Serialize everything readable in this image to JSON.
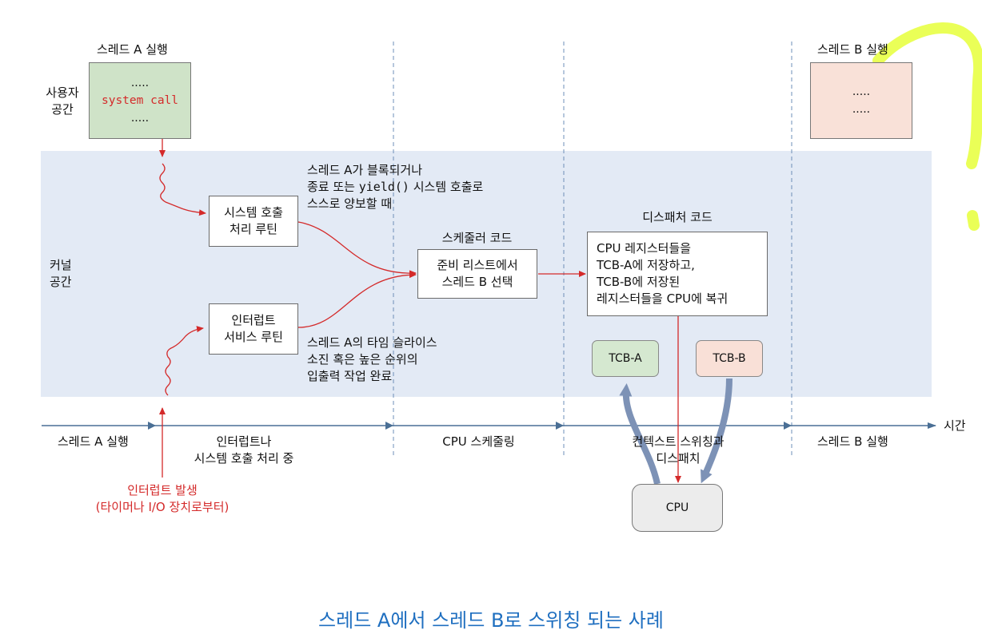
{
  "header": {
    "thread_a_run": "스레드 A 실행",
    "thread_b_run": "스레드 B 실행"
  },
  "regions": {
    "user_space": [
      "사용자",
      "공간"
    ],
    "kernel_space": [
      "커널",
      "공간"
    ]
  },
  "thread_a_box": {
    "dots_top": ".....",
    "syscall": "system call",
    "dots_bottom": "....."
  },
  "thread_b_box": {
    "dots_top": ".....",
    "dots_bottom": "....."
  },
  "syscall_routine": [
    "시스템 호출",
    "처리 루틴"
  ],
  "isr_routine": [
    "인터럽트",
    "서비스 루틴"
  ],
  "block_note": {
    "line1": "스레드 A가 블록되거나",
    "line2_pre": "종료 또는 ",
    "line2_code": "yield()",
    "line2_post": " 시스템 호출로",
    "line3": "스스로 양보할 때"
  },
  "timeslice_note": [
    "스레드 A의 타임 슬라이스",
    "소진 혹은 높은 순위의",
    "입출력 작업 완료"
  ],
  "scheduler": {
    "title": "스케줄러 코드",
    "lines": [
      "준비 리스트에서",
      "스레드 B 선택"
    ]
  },
  "dispatcher": {
    "title": "디스패처 코드",
    "lines": [
      "CPU 레지스터들을",
      "TCB-A에 저장하고,",
      "TCB-B에 저장된",
      "레지스터들을 CPU에 복귀"
    ]
  },
  "tcb_a": "TCB-A",
  "tcb_b": "TCB-B",
  "cpu": "CPU",
  "timeline": {
    "axis_label": "시간",
    "phase1": "스레드 A 실행",
    "phase2": [
      "인터럽트나",
      "시스템 호출 처리 중"
    ],
    "phase3": "CPU 스케줄링",
    "phase4": [
      "컨텍스트 스위칭과",
      "디스패치"
    ],
    "phase5": "스레드 B 실행"
  },
  "interrupt": [
    "인터럽트 발생",
    "(타이머나 I/O 장치로부터)"
  ],
  "caption": "스레드 A에서 스레드 B로 스위칭 되는 사례",
  "colors": {
    "kernel_bg": "#e3eaf5",
    "thread_a_bg": "#cfe3c8",
    "thread_b_bg": "#f9e1d8",
    "tcb_a_bg": "#d5e8d0",
    "tcb_b_bg": "#f9e0d7",
    "cpu_bg": "#ececec",
    "red": "#d42a2a",
    "timeline": "#4a6f95",
    "caption": "#1f6fc0",
    "thick_arrow": "#7d92b6",
    "highlight": "#e6ff3a"
  }
}
